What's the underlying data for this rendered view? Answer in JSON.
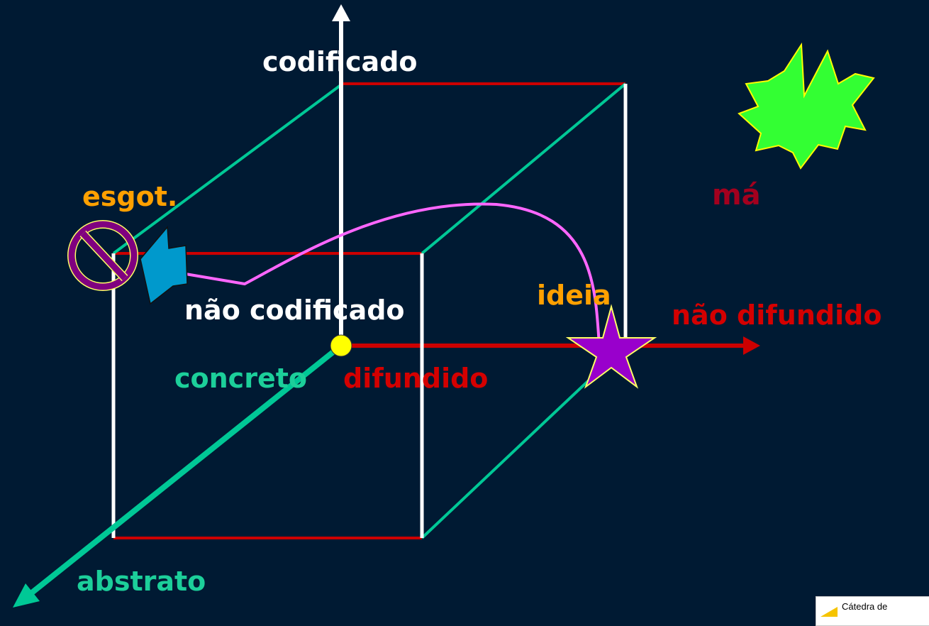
{
  "labels": {
    "codificado": "codificado",
    "nao_codificado": "não codificado",
    "abstrato": "abstrato",
    "concreto": "concreto",
    "difundido": "difundido",
    "nao_difundido": "não difundido",
    "ma": "má",
    "ideia": "ideia",
    "esgot": "esgot."
  },
  "logo_text": "Cátedra de",
  "colors": {
    "background": "#001a33",
    "white_axis": "#ffffff",
    "red_line": "#cc0000",
    "teal_line": "#00c896",
    "label_white": "#ffffff",
    "label_teal": "#1ccf9a",
    "label_red": "#d40000",
    "label_orange": "#ffa000",
    "label_ma": "#a3001e",
    "path_pink": "#ff66ff",
    "star_purple": "#9900cc",
    "burst_green": "#33ff33",
    "burst_outline": "#ffff00",
    "node_yellow": "#ffff00",
    "arrow_blue": "#0099cc",
    "no_symbol_purple": "#800080"
  }
}
